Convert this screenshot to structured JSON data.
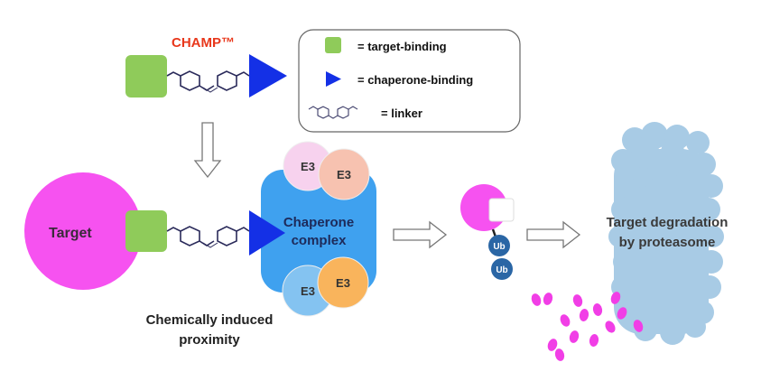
{
  "title": "CHAMP™",
  "legend": {
    "items": [
      {
        "icon": "green-square-icon",
        "text": "= target-binding"
      },
      {
        "icon": "blue-triangle-icon",
        "text": "= chaperone-binding"
      },
      {
        "icon": "linker-icon",
        "text": "= linker"
      }
    ]
  },
  "labels": {
    "target": "Target",
    "chaperone_line1": "Chaperone",
    "chaperone_line2": "complex",
    "e3": "E3",
    "ub": "Ub",
    "degradation_line1": "Target degradation",
    "degradation_line2": "by proteasome",
    "proximity_line1": "Chemically induced",
    "proximity_line2": "proximity"
  },
  "colors": {
    "title": "#e8371b",
    "target_binding": "#8fcb5a",
    "chaperone_binding": "#1430e6",
    "target": "#f652f0",
    "chaperone_complex": "#3fa1ef",
    "e3_pink": "#f7d2ee",
    "e3_salmon": "#f7c2b0",
    "e3_blue": "#84c3f1",
    "e3_orange": "#f9b45c",
    "ub": "#2a66a5",
    "proteasome": "#a8cbe5",
    "fragment": "#f13ee6"
  }
}
